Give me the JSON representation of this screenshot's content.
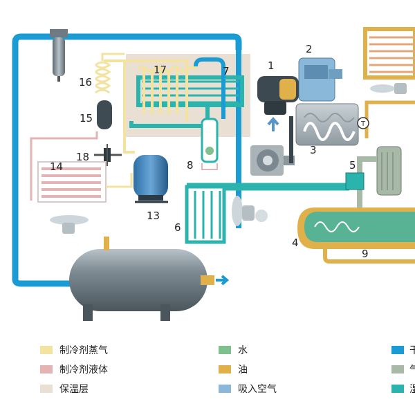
{
  "component_labels": [
    "1",
    "2",
    "3",
    "4",
    "5",
    "6",
    "7",
    "8",
    "9",
    "13",
    "14",
    "15",
    "16",
    "17",
    "18"
  ],
  "legend": [
    {
      "label": "制冷剂蒸气",
      "color": "#f2e3a0"
    },
    {
      "label": "制冷剂液体",
      "color": "#e4b3b3"
    },
    {
      "label": "保温层",
      "color": "#e9dfd2"
    },
    {
      "label": "水",
      "color": "#7fc08d"
    },
    {
      "label": "油",
      "color": "#e0b04a"
    },
    {
      "label": "吸入空气",
      "color": "#8ab8d8"
    },
    {
      "label": "干",
      "color": "#1a9bd4"
    },
    {
      "label": "气",
      "color": "#a9b9a7"
    },
    {
      "label": "湿",
      "color": "#2bb3ae"
    }
  ],
  "colors": {
    "dry_air": "#1a9bd4",
    "wet_air": "#2bb3ae",
    "oil": "#e0b04a",
    "refrigerant_vapor": "#f2e3a0",
    "refrigerant_liquid": "#e4b3b3",
    "insulation": "#e9dfd2",
    "water": "#7fc08d",
    "intake_air": "#8ab8d8",
    "metal": "#7d8a93"
  },
  "icons": [
    "air-filter-icon",
    "fan-icon",
    "motor-icon",
    "air-tank-icon",
    "thermostat-icon",
    "outlet-valve-icon"
  ]
}
